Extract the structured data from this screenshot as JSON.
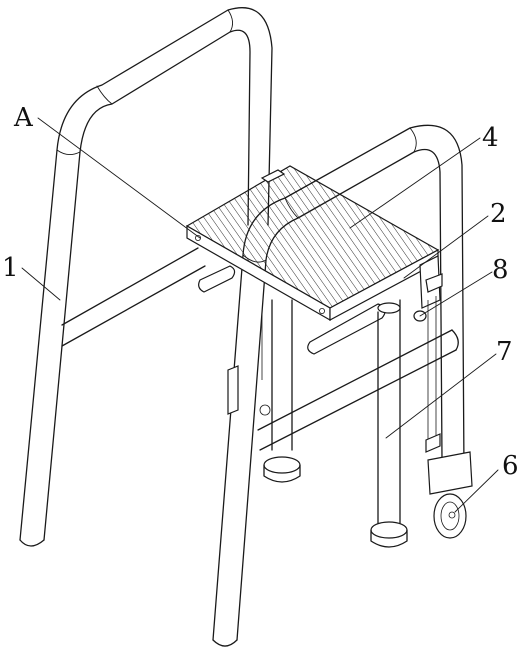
{
  "figure": {
    "labels": {
      "a": "A",
      "n1": "1",
      "n2": "2",
      "n4": "4",
      "n6": "6",
      "n7": "7",
      "n8": "8"
    },
    "colors": {
      "line": "#1a1a1a",
      "background": "#ffffff"
    }
  }
}
